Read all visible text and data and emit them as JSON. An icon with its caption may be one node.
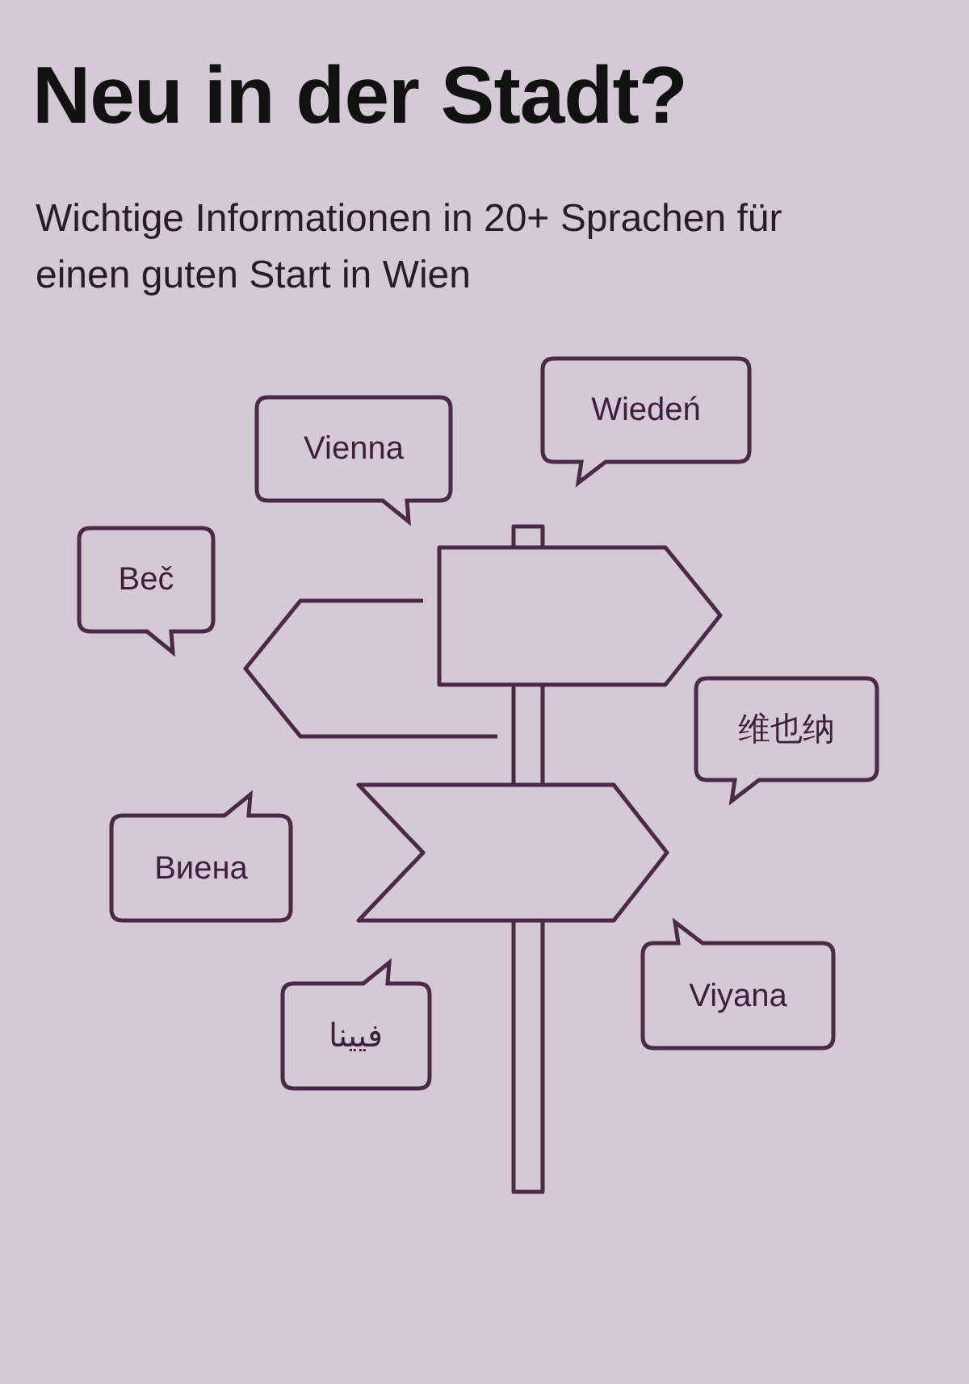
{
  "diagram": {
    "title": "Neu in der Stadt?",
    "nodes": [
      {
        "text": [
          "Vienna"
        ]
      },
      {
        "text": [
          "Wiedeń"
        ]
      },
      {
        "text": [
          "Beč"
        ]
      },
      {
        "text": [
          "维也纳"
        ]
      },
      {
        "text": [
          "Виена"
        ]
      },
      {
        "text": [
          "فيينا"
        ]
      },
      {
        "text": [
          "Viyana"
        ]
      }
    ],
    "labels": [
      "Wichtige Informationen in 20+ Sprachen für einen guten Start in Wien"
    ]
  }
}
